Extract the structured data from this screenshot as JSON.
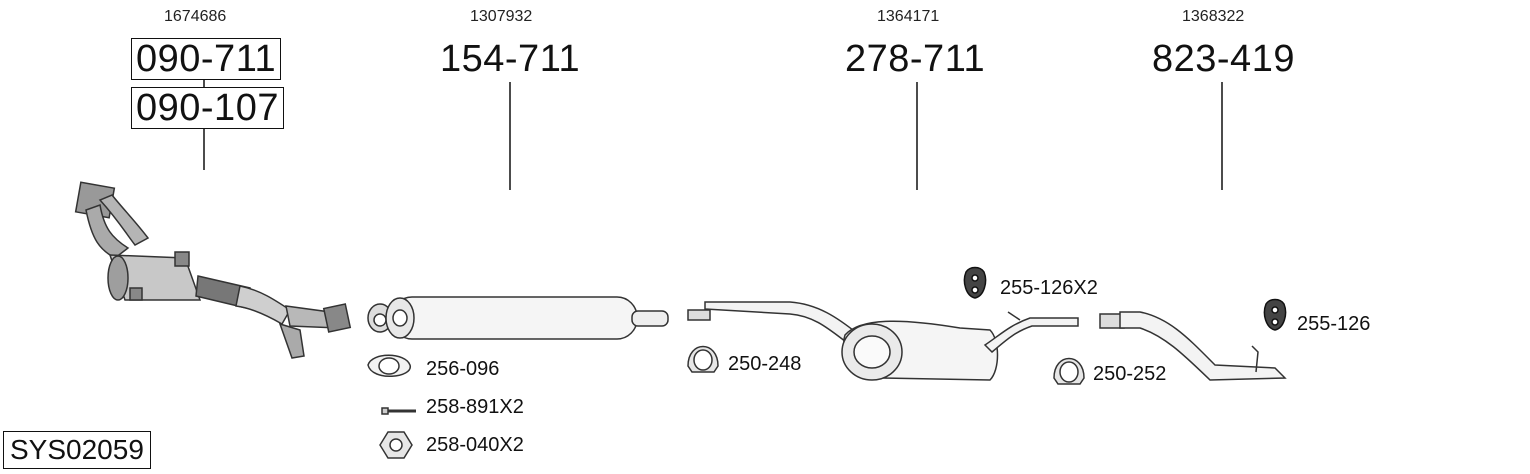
{
  "diagram": {
    "system_code": "SYS02059",
    "sections": [
      {
        "oe_number": "1674686",
        "part_numbers": [
          "090-711",
          "090-107"
        ]
      },
      {
        "oe_number": "1307932",
        "part_numbers": [
          "154-711"
        ]
      },
      {
        "oe_number": "1364171",
        "part_numbers": [
          "278-711"
        ]
      },
      {
        "oe_number": "1368322",
        "part_numbers": [
          "823-419"
        ]
      }
    ],
    "accessories": [
      {
        "label": "256-096",
        "icon": "gasket-icon"
      },
      {
        "label": "258-891X2",
        "icon": "bolt-icon"
      },
      {
        "label": "258-040X2",
        "icon": "hex-nut-icon"
      },
      {
        "label": "250-248",
        "icon": "clamp-icon"
      },
      {
        "label": "255-126X2",
        "icon": "rubber-hanger-icon"
      },
      {
        "label": "250-252",
        "icon": "clamp-icon"
      },
      {
        "label": "255-126",
        "icon": "rubber-hanger-icon"
      }
    ]
  }
}
